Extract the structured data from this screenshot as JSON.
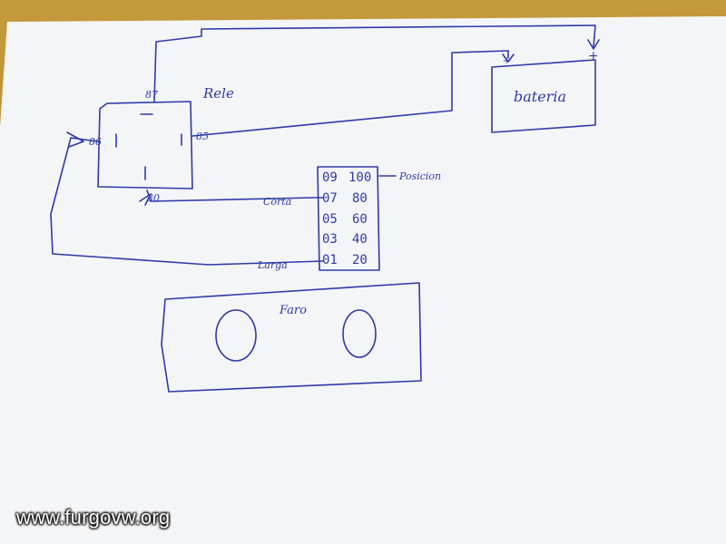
{
  "colors": {
    "ink": "#2f3aa8",
    "paper": "#f4f5f7",
    "table": "#b8862e"
  },
  "labels": {
    "relay": "Rele",
    "battery": "bateria",
    "position": "Posicion",
    "short_beam": "Corta",
    "long_beam": "Larga",
    "headlight": "Faro"
  },
  "relay_pins": {
    "p87": "87",
    "p86": "86",
    "p85": "85",
    "p30": "30"
  },
  "battery_terminals": {
    "plus": "+",
    "minus": "+"
  },
  "connector": {
    "rows": [
      {
        "left": "09",
        "right": "100"
      },
      {
        "left": "07",
        "right": "80"
      },
      {
        "left": "05",
        "right": "60"
      },
      {
        "left": "03",
        "right": "40"
      },
      {
        "left": "01",
        "right": "20"
      }
    ]
  },
  "watermark": "www.furgovw.org"
}
